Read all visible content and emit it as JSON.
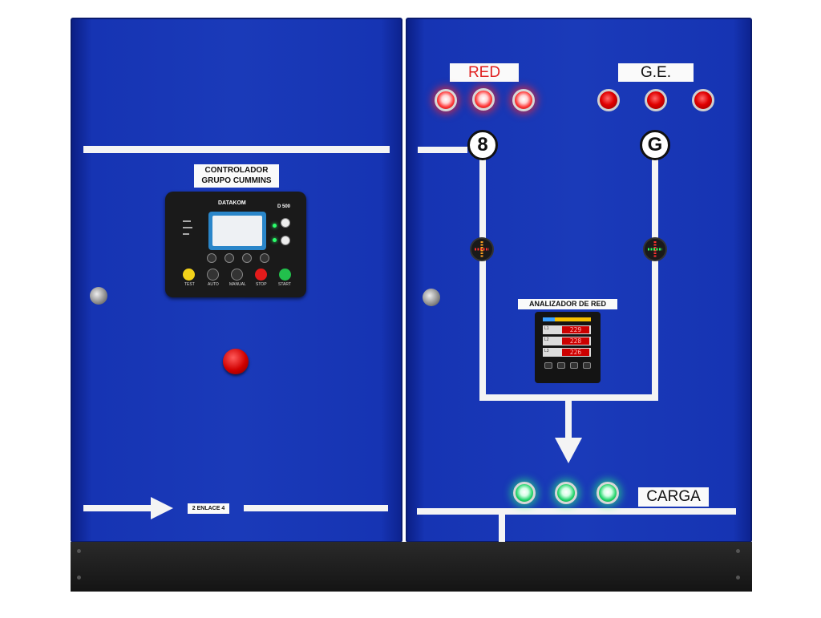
{
  "left_panel": {
    "controller_label_1": "CONTROLADOR",
    "controller_label_2": "GRUPO CUMMINS",
    "controller": {
      "brand": "DATAKOM",
      "model": "D 500",
      "buttons": [
        "TEST",
        "AUTO",
        "MANUAL",
        "STOP",
        "START"
      ]
    },
    "bottom_label": "2 ENLACE 4"
  },
  "right_panel": {
    "grid_label": "RED",
    "generator_label": "G.E.",
    "grid_symbol": "8",
    "generator_symbol": "G",
    "analyzer_label": "ANALIZADOR DE RED",
    "analyzer_rows": [
      {
        "phase": "L1",
        "value": "229"
      },
      {
        "phase": "L2",
        "value": "228"
      },
      {
        "phase": "L3",
        "value": "226"
      }
    ],
    "load_label": "CARGA"
  },
  "colors": {
    "panel_blue": "#1a3ab9",
    "lamp_red": "#e00000",
    "lamp_green": "#21d46a",
    "line_white": "#f4f4f4"
  }
}
